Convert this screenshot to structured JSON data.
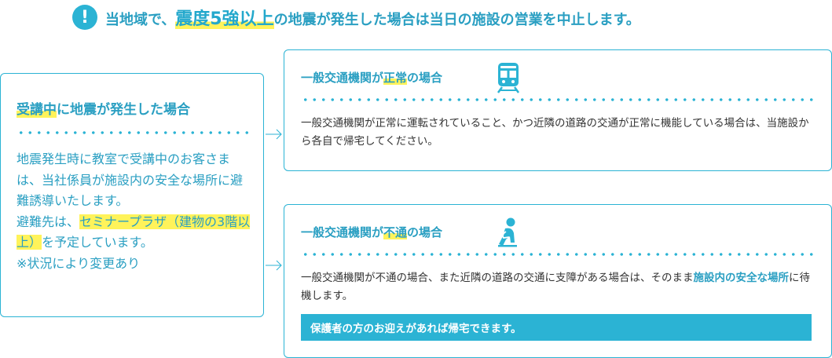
{
  "notice": {
    "prefix": "当地域で、",
    "highlight": "震度5強以上",
    "suffix": "の地震が発生した場合は当日の施設の営業を中止します。"
  },
  "left_card": {
    "title_a": "受講中",
    "title_b": "に地震が発生した場合",
    "body_1": "地震発生時に教室で受講中のお客さまは、当社係員が施設内の安全な場所に避難誘導いたします。",
    "body_2a": "避難先は、",
    "body_2b": "セミナープラザ（建物の3階以上）",
    "body_2c": "を予定しています。",
    "body_3": "※状況により変更あり"
  },
  "card_normal": {
    "title_a": "一般交通機関が",
    "title_b": "正常",
    "title_c": "の場合",
    "icon": "train-icon",
    "body": "一般交通機関が正常に運転されていること、かつ近隣の道路の交通が正常に機能している場合は、当施設から各自で帰宅してください。"
  },
  "card_abnormal": {
    "title_a": "一般交通機関が",
    "title_b": "不通",
    "title_c": "の場合",
    "icon": "person-sitting-icon",
    "body_a": "一般交通機関が不通の場合、また近隣の道路の交通に支障がある場合は、そのまま",
    "body_em": "施設内の安全な場所",
    "body_c": "に待機します。",
    "bar": "保護者の方のお迎えがあれば帰宅できます。"
  },
  "colors": {
    "accent": "#2bb3d4",
    "accent_text": "#2a9fc2",
    "highlight": "#fff35a",
    "body_text": "#333333"
  }
}
